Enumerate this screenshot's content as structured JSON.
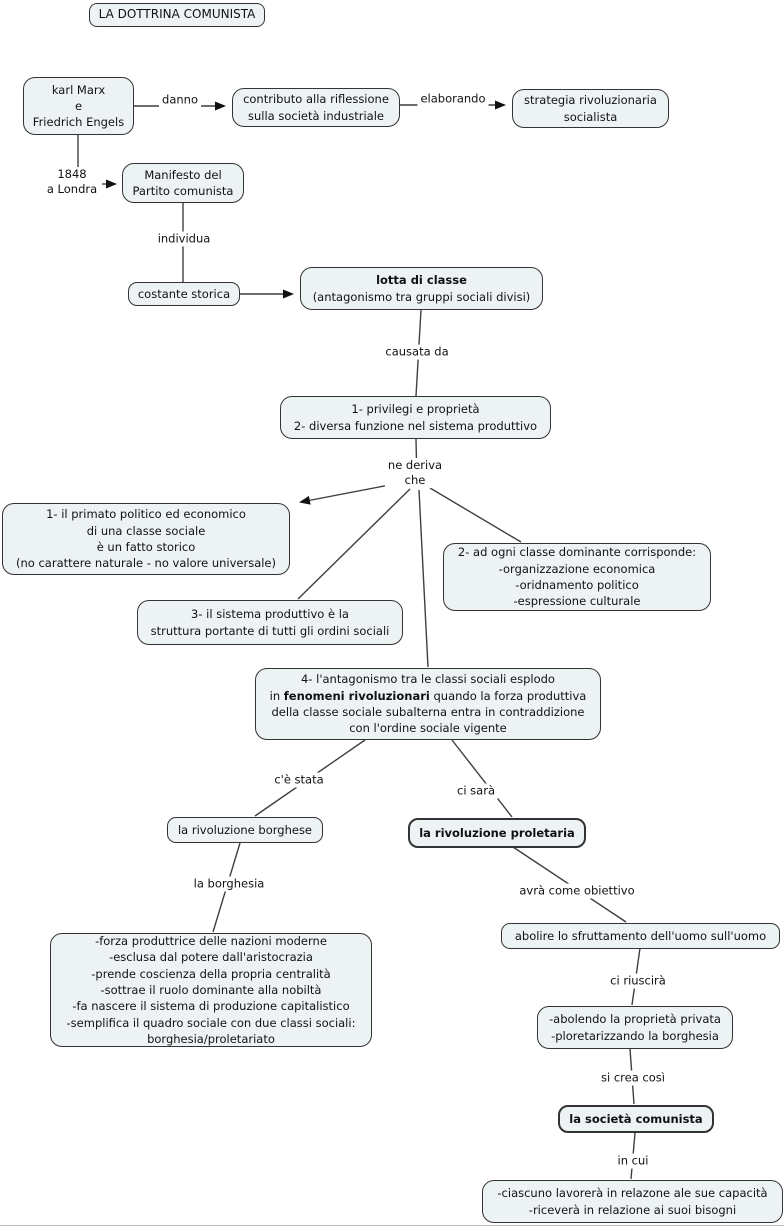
{
  "title": "LA DOTTRINA COMUNISTA",
  "nodes": {
    "marx": "karl Marx\ne\nFriedrich Engels",
    "contributo": "contributo alla riflessione\nsulla società industriale",
    "strategia": "strategia rivoluzionaria\nsocialista",
    "manifesto": "Manifesto del\nPartito comunista",
    "costante": "costante storica",
    "lotta_bold": "lotta di classe",
    "lotta_sub": "\n(antagonismo tra gruppi sociali divisi)",
    "cause": "1- privilegi e proprietà\n2- diversa funzione nel sistema produttivo",
    "derive1": "1- il primato politico ed economico\ndi una classe sociale\nè un fatto storico\n(no carattere naturale - no valore universale)",
    "derive2": "2- ad ogni classe dominante corrisponde:\n-organizzazione economica\n-oridnamento politico\n-espressione culturale",
    "derive3": "3- il sistema produttivo è la\nstruttura portante di tutti gli ordini sociali",
    "derive4_pre": "4- l'antagonismo tra le classi sociali esplodo\nin ",
    "derive4_bold": "fenomeni rivoluzionari",
    "derive4_post": " quando la forza produttiva\ndella classe sociale subalterna entra in contraddizione\ncon l'ordine sociale vigente",
    "borghese": "la rivoluzione borghese",
    "proletaria": "la rivoluzione proletaria",
    "borghesia_detail": "-forza produttrice delle nazioni moderne\n-esclusa dal potere dall'aristocrazia\n-prende coscienza della propria centralità\n-sottrae il ruolo dominante alla nobiltà\n-fa nascere il sistema di produzione capitalistico\n-semplifica il quadro sociale con due classi sociali:\nborghesia/proletariato",
    "abolire": "abolire lo sfruttamento dell'uomo sull'uomo",
    "abolendo": "-abolendo la proprietà privata\n-ploretarizzando la borghesia",
    "societa": "la società comunista",
    "finale": "-ciascuno lavorerà in relazone ale sue capacità\n-riceverà in relazione ai suoi bisogni"
  },
  "labels": {
    "danno": "danno",
    "elaborando": "elaborando",
    "data_luogo": "1848\na Londra",
    "individua": "individua",
    "causata": "causata da",
    "ne_deriva": "ne deriva\nche",
    "ce_stata": "c'è stata",
    "ci_sara": "ci sarà",
    "la_borghesia": "la borghesia",
    "avra_obiettivo": "avrà come obiettivo",
    "ci_riuscira": "ci riuscirà",
    "si_crea": "si crea così",
    "in_cui": "in cui"
  },
  "colors": {
    "node_fill": "#edf3f4",
    "node_border": "#333333",
    "line": "#3f3f3f",
    "background": "#ffffff",
    "text": "#111111"
  }
}
